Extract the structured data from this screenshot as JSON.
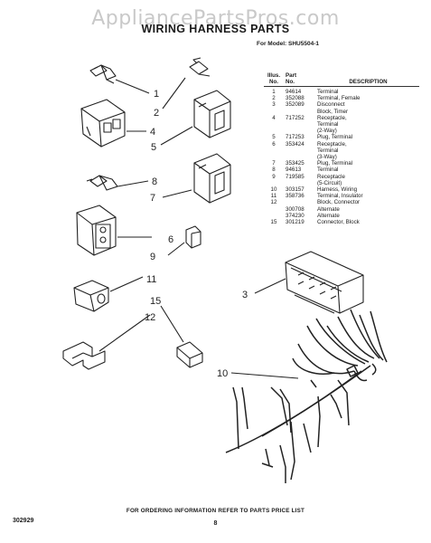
{
  "watermark": "AppliancePartsPros.com",
  "header": {
    "title": "WIRING HARNESS PARTS",
    "model": "For Model: SHU5504-1"
  },
  "parts_table": {
    "col_illus": [
      "Illus.",
      "No."
    ],
    "col_part": [
      "Part",
      "No."
    ],
    "col_desc": "DESCRIPTION",
    "rows": [
      {
        "illus": "1",
        "part": "94614",
        "desc": [
          "Terminal"
        ]
      },
      {
        "illus": "2",
        "part": "352088",
        "desc": [
          "Terminal, Female"
        ]
      },
      {
        "illus": "3",
        "part": "352089",
        "desc": [
          "Disconnect",
          "Block, Timer"
        ]
      },
      {
        "illus": "4",
        "part": "717252",
        "desc": [
          "Receptacle,",
          "Terminal",
          "(2-Way)"
        ]
      },
      {
        "illus": "5",
        "part": "717253",
        "desc": [
          "Plug, Terminal"
        ]
      },
      {
        "illus": "6",
        "part": "353424",
        "desc": [
          "Receptacle,",
          "Terminal",
          "(3-Way)"
        ]
      },
      {
        "illus": "7",
        "part": "353425",
        "desc": [
          "Plug, Terminal"
        ]
      },
      {
        "illus": "8",
        "part": "94613",
        "desc": [
          "Terminal"
        ]
      },
      {
        "illus": "9",
        "part": "719585",
        "desc": [
          "Receptacle",
          "(5-Circuit)"
        ]
      },
      {
        "illus": "10",
        "part": "303157",
        "desc": [
          "Harness, Wiring"
        ]
      },
      {
        "illus": "11",
        "part": "358736",
        "desc": [
          "Terminal, Insulator"
        ]
      },
      {
        "illus": "12",
        "part": "",
        "desc": [
          "Block, Connector"
        ]
      },
      {
        "illus": "",
        "part": "300708",
        "desc": [
          "Alternate"
        ]
      },
      {
        "illus": "",
        "part": "374230",
        "desc": [
          "Alternate"
        ]
      },
      {
        "illus": "15",
        "part": "301219",
        "desc": [
          "Connector, Block"
        ]
      }
    ]
  },
  "callouts": [
    "1",
    "2",
    "3",
    "4",
    "5",
    "6",
    "7",
    "8",
    "9",
    "10",
    "11",
    "12",
    "15"
  ],
  "footer": {
    "code": "302929",
    "notice": "FOR ORDERING INFORMATION REFER TO PARTS PRICE LIST",
    "page": "8"
  }
}
